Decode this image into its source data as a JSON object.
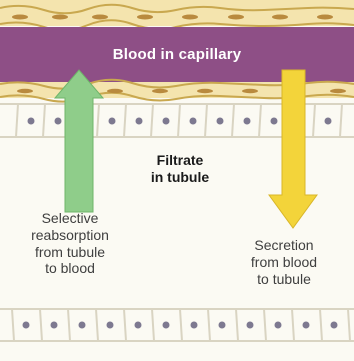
{
  "capillary": {
    "label": "Blood in capillary"
  },
  "tubule": {
    "label_lines": [
      "Filtrate",
      "in tubule"
    ]
  },
  "reabsorption": {
    "label_lines": [
      "Selective",
      "reabsorption",
      "from tubule",
      "to blood"
    ],
    "arrow_color": "#8fcd8a"
  },
  "secretion": {
    "label_lines": [
      "Secretion",
      "from blood",
      "to tubule"
    ],
    "arrow_color": "#f3d43a"
  },
  "colors": {
    "capillary": "#8e4f86",
    "capillary_wall": "#f1dd9c",
    "cell_outline": "#d9d4c2",
    "nucleus": "#7d7990",
    "background": "#fbfaf3"
  }
}
